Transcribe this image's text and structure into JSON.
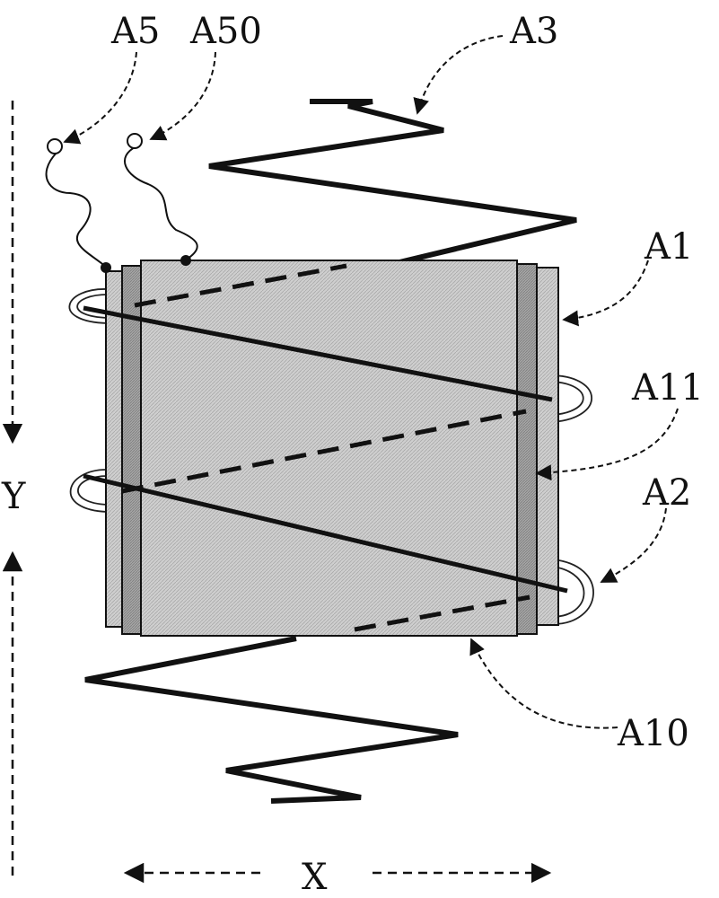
{
  "labels": {
    "a5": "A5",
    "a50": "A50",
    "a3": "A3",
    "a1": "A1",
    "a11": "A11",
    "a2": "A2",
    "a10": "A10",
    "y_axis": "Y",
    "x_axis": "X"
  },
  "colors": {
    "line": "#111111",
    "outer_layer": "#c2c2c2",
    "middle_layer": "#9a9a9a",
    "core": "#cbcbcb"
  }
}
